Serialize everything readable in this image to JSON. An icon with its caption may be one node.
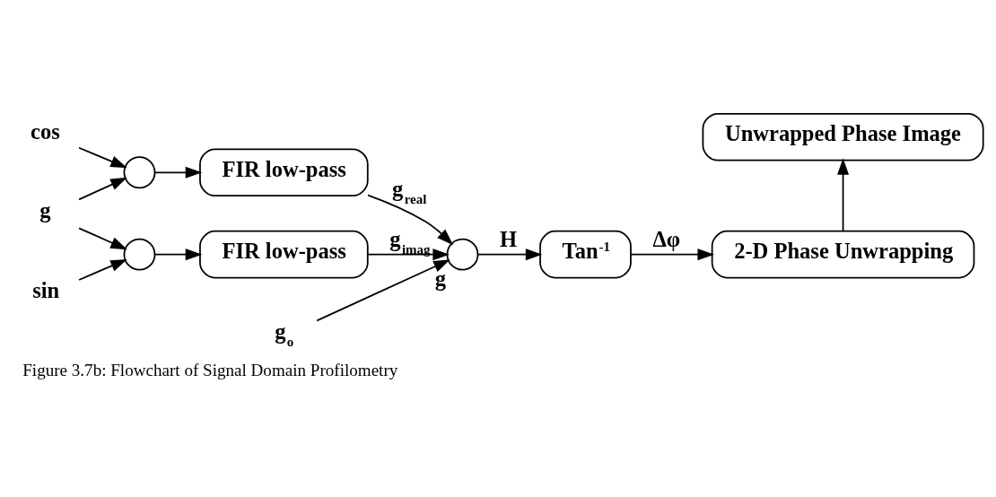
{
  "diagram": {
    "caption": "Figure 3.7b: Flowchart of Signal Domain Profilometry",
    "nodes": [
      {
        "text": [
          "g"
        ]
      },
      {
        "text": [
          "cos"
        ]
      },
      {
        "text": [
          "sin"
        ]
      },
      {
        "text": [],
        "shape": "circle"
      },
      {
        "text": [],
        "shape": "circle"
      },
      {
        "text": [
          "FIR low-pass"
        ]
      },
      {
        "text": [
          "FIR low-pass"
        ]
      },
      {
        "text": [
          "g$_{o}$"
        ]
      },
      {
        "text": [],
        "shape": "circle",
        "beside": [
          "g"
        ]
      },
      {
        "text": [
          "Tan$^{-1}$"
        ]
      },
      {
        "text": [
          "2-D Phase Unwrapping"
        ]
      },
      {
        "text": [
          "Unwrapped Phase Image"
        ]
      }
    ],
    "edges": [
      {
        "from": 0,
        "to": 3,
        "arrow": "to"
      },
      {
        "from": 0,
        "to": 4,
        "arrow": "to"
      },
      {
        "from": 1,
        "to": 3,
        "arrow": "to"
      },
      {
        "from": 2,
        "to": 4,
        "arrow": "to"
      },
      {
        "from": 3,
        "to": 5,
        "arrow": "to"
      },
      {
        "from": 4,
        "to": 6,
        "arrow": "to"
      },
      {
        "from": 5,
        "to": 8,
        "arrow": "to",
        "label": "g$_{real}$"
      },
      {
        "from": 6,
        "to": 8,
        "arrow": "to",
        "label": "g$_{imag}$"
      },
      {
        "from": 7,
        "to": 8,
        "arrow": "to"
      },
      {
        "from": 8,
        "to": 9,
        "arrow": "to",
        "label": "H"
      },
      {
        "from": 9,
        "to": 10,
        "arrow": "to",
        "label": "Δφ"
      },
      {
        "from": 10,
        "to": 11,
        "arrow": "to"
      }
    ]
  }
}
